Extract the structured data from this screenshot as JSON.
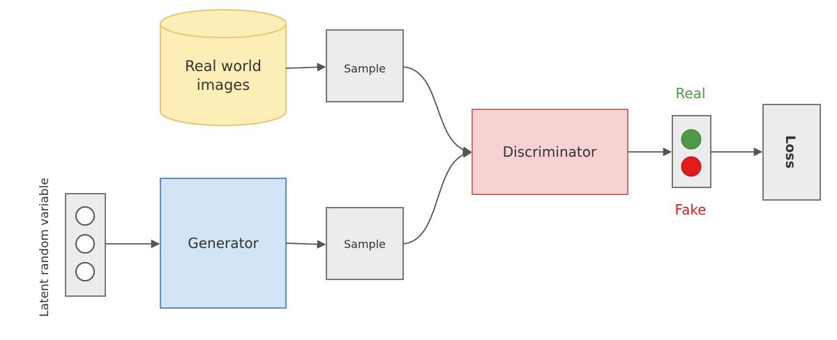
{
  "nodes": {
    "real_images": {
      "label_line1": "Real world",
      "label_line2": "images",
      "fill": "#fdeeb8",
      "stroke": "#e8c770"
    },
    "sample_real": {
      "label": "Sample",
      "fill": "#ececec",
      "stroke": "#777777"
    },
    "sample_fake": {
      "label": "Sample",
      "fill": "#ececec",
      "stroke": "#777777"
    },
    "generator": {
      "label": "Generator",
      "fill": "#d3e4f6",
      "stroke": "#5b8ec9"
    },
    "discriminator": {
      "label": "Discriminator",
      "fill": "#f6d2d2",
      "stroke": "#c97070"
    },
    "loss": {
      "label": "Loss",
      "fill": "#ececec",
      "stroke": "#777777"
    },
    "latent": {
      "label": "Latent random variable"
    }
  },
  "indicator": {
    "real_label": "Real",
    "fake_label": "Fake",
    "real_color": "#4f9a46",
    "fake_color": "#e31b1b"
  },
  "colors": {
    "edge": "#555555",
    "real_text": "#4f9a46",
    "fake_text": "#e31b1b"
  }
}
